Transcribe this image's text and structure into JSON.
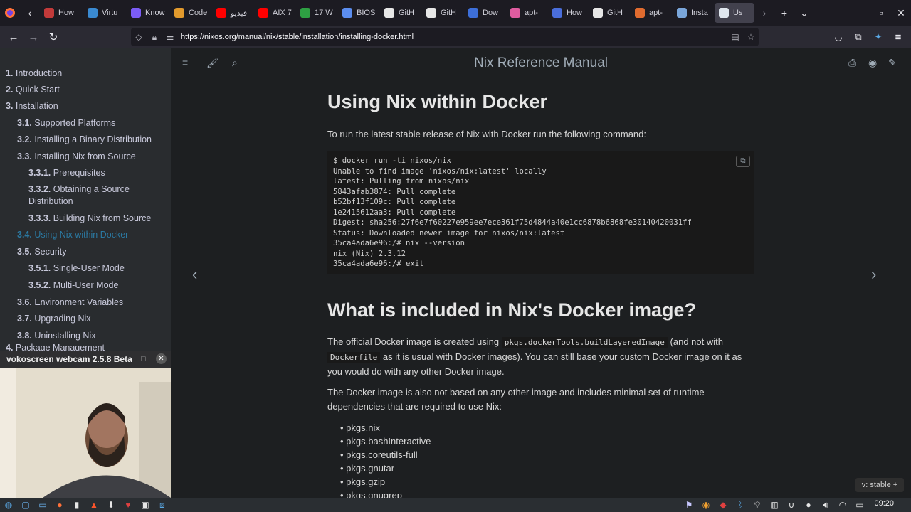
{
  "browser": {
    "tabs": [
      {
        "label": "How",
        "color": "#c23a3a"
      },
      {
        "label": "Virtu",
        "color": "#3a8ad1"
      },
      {
        "label": "Know",
        "color": "#7b5cf5"
      },
      {
        "label": "Code",
        "color": "#e29a2d"
      },
      {
        "label": "فيديو",
        "color": "#ff0000"
      },
      {
        "label": "AIX 7",
        "color": "#ff0000"
      },
      {
        "label": "17 W",
        "color": "#2ea043"
      },
      {
        "label": "BIOS",
        "color": "#5b8def"
      },
      {
        "label": "GitH",
        "color": "#e6e6e6"
      },
      {
        "label": "GitH",
        "color": "#e6e6e6"
      },
      {
        "label": "Dow",
        "color": "#3d6fd9"
      },
      {
        "label": "apt-",
        "color": "#e05ca0"
      },
      {
        "label": "How",
        "color": "#4a6edb"
      },
      {
        "label": "GitH",
        "color": "#e6e6e6"
      },
      {
        "label": "apt-",
        "color": "#e06b2f"
      },
      {
        "label": "Insta",
        "color": "#7aa6da"
      },
      {
        "label": "Us",
        "color": "#dfe6ee"
      }
    ],
    "url": "https://nixos.org/manual/nix/stable/installation/installing-docker.html"
  },
  "sidebar": {
    "items": [
      {
        "num": "1.",
        "label": "Introduction"
      },
      {
        "num": "2.",
        "label": "Quick Start"
      },
      {
        "num": "3.",
        "label": "Installation"
      },
      {
        "num": "3.1.",
        "label": "Supported Platforms"
      },
      {
        "num": "3.2.",
        "label": "Installing a Binary Distribution"
      },
      {
        "num": "3.3.",
        "label": "Installing Nix from Source"
      },
      {
        "num": "3.3.1.",
        "label": "Prerequisites"
      },
      {
        "num": "3.3.2.",
        "label": "Obtaining a Source"
      },
      {
        "num": "",
        "label": "Distribution"
      },
      {
        "num": "3.3.3.",
        "label": "Building Nix from Source"
      },
      {
        "num": "3.4.",
        "label": "Using Nix within Docker"
      },
      {
        "num": "3.5.",
        "label": "Security"
      },
      {
        "num": "3.5.1.",
        "label": "Single-User Mode"
      },
      {
        "num": "3.5.2.",
        "label": "Multi-User Mode"
      },
      {
        "num": "3.6.",
        "label": "Environment Variables"
      },
      {
        "num": "3.7.",
        "label": "Upgrading Nix"
      },
      {
        "num": "3.8.",
        "label": "Uninstalling Nix"
      },
      {
        "num": "4.",
        "label": "Package Management"
      }
    ]
  },
  "webcam": {
    "title": "vokoscreen webcam 2.5.8 Beta"
  },
  "page": {
    "menu_title": "Nix Reference Manual",
    "heading1": "Using Nix within Docker",
    "intro": "To run the latest stable release of Nix with Docker run the following command:",
    "code_lines": [
      "$ docker run -ti nixos/nix",
      "Unable to find image 'nixos/nix:latest' locally",
      "latest: Pulling from nixos/nix",
      "5843afab3874: Pull complete",
      "b52bf13f109c: Pull complete",
      "1e2415612aa3: Pull complete",
      "Digest: sha256:27f6e7f60227e959ee7ece361f75d4844a40e1cc6878b6868fe30140420031ff",
      "Status: Downloaded newer image for nixos/nix:latest",
      "35ca4ada6e96:/# nix --version",
      "nix (Nix) 2.3.12",
      "35ca4ada6e96:/# exit"
    ],
    "heading2": "What is included in Nix's Docker image?",
    "para1_a": "The official Docker image is created using",
    "para1_code1": "pkgs.dockerTools.buildLayeredImage",
    "para1_b": "(and not with",
    "para1_code2": "Dockerfile",
    "para1_c": "as it is usual with Docker images). You can still base your custom Docker image on it as you would do with any other Docker image.",
    "para2": "The Docker image is also not based on any other image and includes minimal set of runtime dependencies that are required to use Nix:",
    "packages": [
      "pkgs.nix",
      "pkgs.bashInteractive",
      "pkgs.coreutils-full",
      "pkgs.gnutar",
      "pkgs.gzip",
      "pkgs.gnugrep"
    ],
    "version_label": "v: stable"
  },
  "taskbar": {
    "clock": "09:20"
  }
}
